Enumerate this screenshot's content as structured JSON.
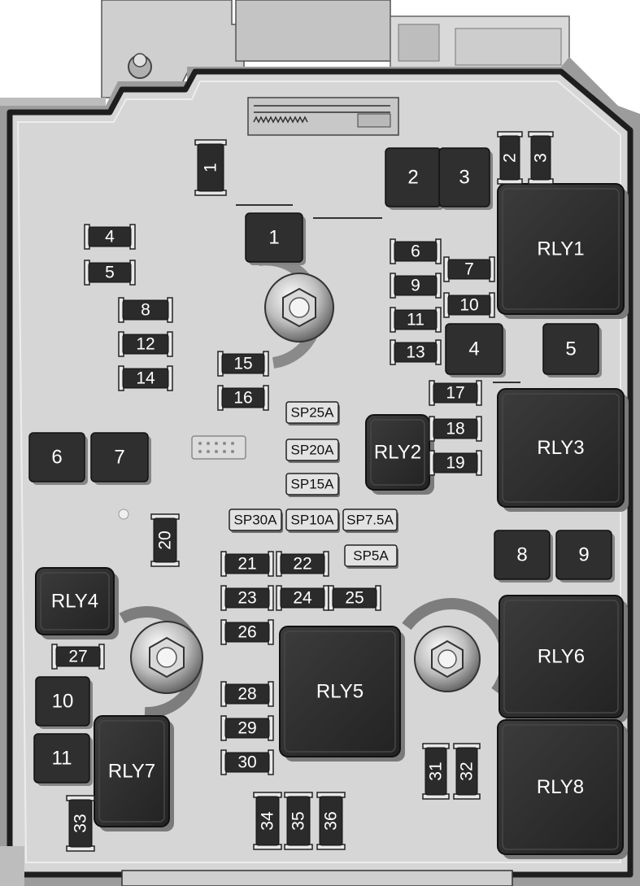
{
  "diagram": {
    "relays": [
      "RLY1",
      "RLY2",
      "RLY3",
      "RLY4",
      "RLY5",
      "RLY6",
      "RLY7",
      "RLY8"
    ],
    "jcase_fuses": [
      "1",
      "2",
      "3",
      "4",
      "5",
      "6",
      "7",
      "8",
      "9",
      "10",
      "11"
    ],
    "mini_fuses": [
      "1",
      "2",
      "3",
      "4",
      "5",
      "6",
      "7",
      "8",
      "9",
      "10",
      "11",
      "12",
      "13",
      "14",
      "15",
      "16",
      "17",
      "18",
      "19",
      "20",
      "21",
      "22",
      "23",
      "24",
      "25",
      "26",
      "27",
      "28",
      "29",
      "30",
      "31",
      "32",
      "33",
      "34",
      "35",
      "36"
    ],
    "spares": [
      "SP25A",
      "SP20A",
      "SP15A",
      "SP30A",
      "SP10A",
      "SP7.5A",
      "SP5A"
    ]
  },
  "colors": {
    "housing": "#d6d6d6",
    "housing_edge": "#2a2a2a",
    "component": "#2f2f2f",
    "fuse_body": "#2b2b2b",
    "spare_fuse": "#e2e2e2",
    "label": "#ffffff"
  }
}
